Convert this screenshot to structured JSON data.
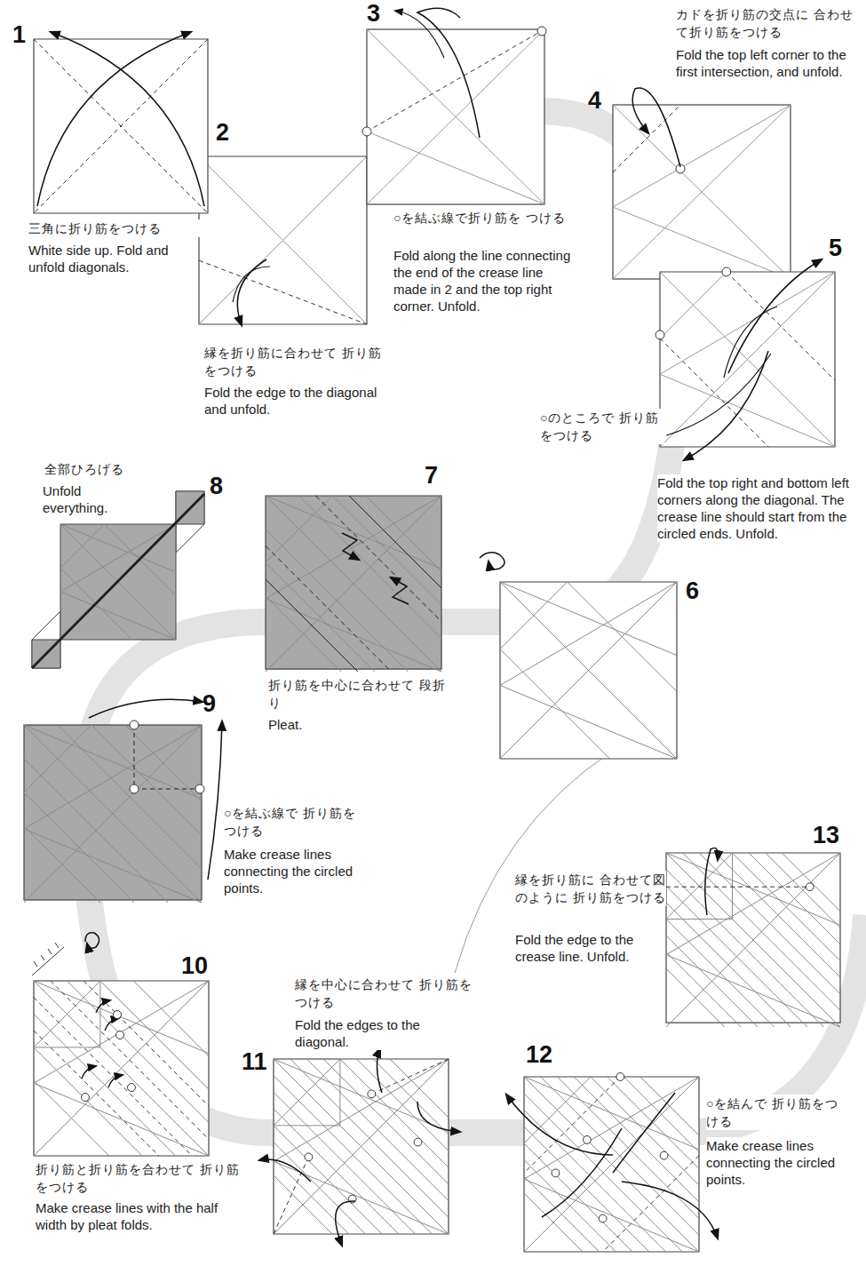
{
  "diagram": {
    "labels": [
      "1",
      "三角に折り筋をつける",
      "White side up. Fold and unfold diagonals.",
      "2",
      "縁を折り筋に合わせて 折り筋をつける",
      "Fold the edge to the diagonal and unfold.",
      "3",
      "○を結ぶ線で折り筋を つける",
      "Fold along the line connecting the end of the crease line made in 2 and the top right corner. Unfold.",
      "4",
      "カドを折り筋の交点に 合わせて折り筋をつける",
      "Fold the top left corner to the first intersection, and unfold.",
      "5",
      "○のところで 折り筋をつける",
      "Fold the top right and bottom left corners along the diagonal. The crease line should start from the circled ends. Unfold.",
      "6",
      "7",
      "折り筋を中心に合わせて 段折り",
      "Pleat.",
      "8",
      "全部ひろげる",
      "Unfold everything.",
      "9",
      "○を結ぶ線で 折り筋をつける",
      "Make crease lines connecting the circled points.",
      "10",
      "折り筋と折り筋を合わせて 折り筋をつける",
      "Make crease lines with the half width by pleat folds.",
      "11",
      "縁を中心に合わせて 折り筋をつける",
      "Fold the edges to the diagonal.",
      "12",
      "○を結んで 折り筋をつける",
      "Make crease lines connecting the circled points.",
      "13",
      "縁を折り筋に 合わせて図のように 折り筋をつける",
      "Fold the edge to the crease line. Unfold."
    ]
  }
}
